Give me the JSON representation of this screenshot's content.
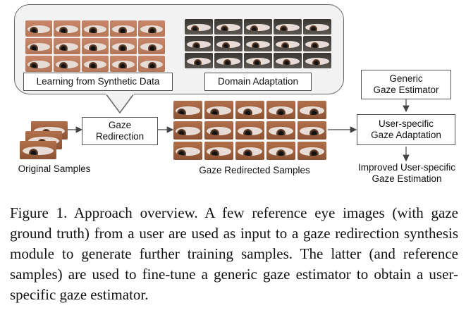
{
  "diagram": {
    "learning_label": "Learning from Synthetic Data",
    "domain_label": "Domain Adaptation",
    "gaze_redirection": "Gaze\nRedirection",
    "original_samples": "Original Samples",
    "redirected_samples": "Gaze Redirected Samples",
    "generic_estimator": "Generic\nGaze Estimator",
    "user_adaptation": "User-specific\nGaze Adaptation",
    "improved_estimation": "Improved User-specific\nGaze Estimation"
  },
  "caption": "Figure 1. Approach overview.  A few reference eye images (with gaze ground truth) from a user are used as input to a gaze redirection synthesis module to generate further training samples. The latter (and reference samples) are used to fine-tune a generic gaze estimator to obtain a user-specific gaze estimator."
}
